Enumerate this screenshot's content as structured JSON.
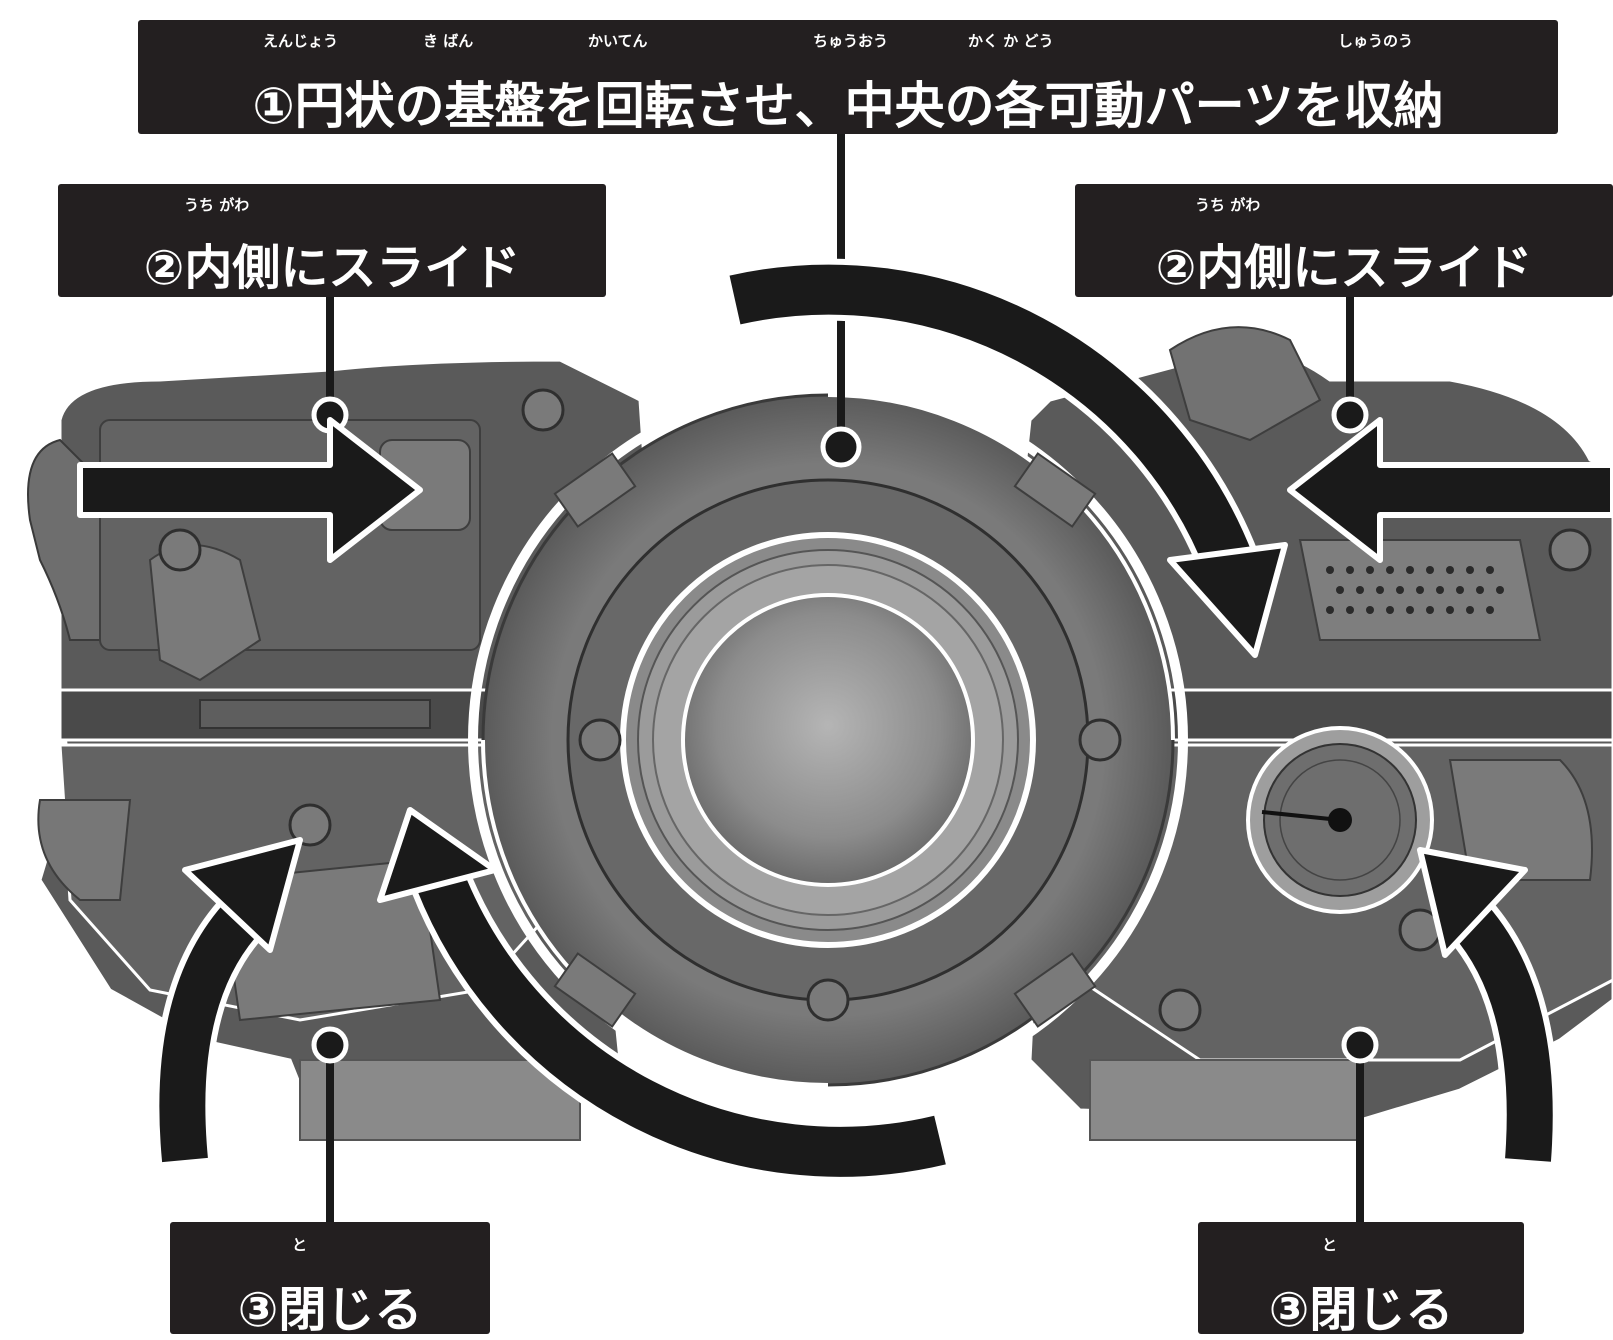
{
  "labels": {
    "top": {
      "text": "①円状の基盤を回転させ、中央の各可動パーツを収納",
      "ruby": [
        "えんじょう",
        "き ばん",
        "かいてん",
        "ちゅうおう",
        "かく か どう",
        "しゅうのう"
      ]
    },
    "left": {
      "text": "②内側にスライド",
      "ruby": "うち がわ"
    },
    "right": {
      "text": "②内側にスライド",
      "ruby": "うち がわ"
    },
    "bottom_left": {
      "text": "③閉じる",
      "ruby": "と"
    },
    "bottom_right": {
      "text": "③閉じる",
      "ruby": "と"
    }
  },
  "colors": {
    "label_bg": "#231f20",
    "label_text": "#ffffff",
    "arrow": "#1a1a1a",
    "body_dark": "#4a4a4a",
    "body_mid": "#6e6e6e",
    "body_light": "#9a9a9a"
  },
  "icons": [
    "slide-right-arrow-icon",
    "slide-left-arrow-icon",
    "rotate-arrow-icon",
    "close-up-arrow-icon",
    "gauge-icon",
    "screw-icon"
  ]
}
